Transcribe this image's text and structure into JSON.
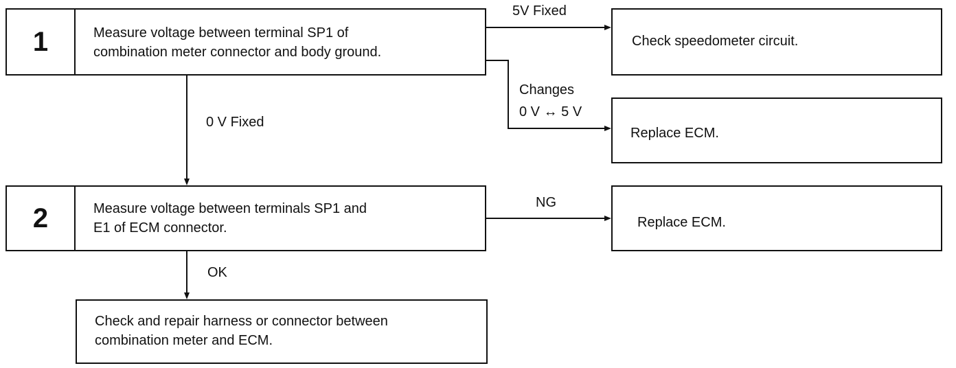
{
  "steps": [
    {
      "number": "1",
      "text": "Measure voltage between terminal SP1 of\ncombination meter connector and body ground."
    },
    {
      "number": "2",
      "text": "Measure voltage between terminals SP1 and\nE1 of ECM connector."
    }
  ],
  "results": {
    "check_speedometer": "Check speedometer circuit.",
    "replace_ecm_1": "Replace ECM.",
    "replace_ecm_2": "Replace ECM.",
    "check_repair_harness": "Check and repair harness or connector between\ncombination meter and ECM."
  },
  "labels": {
    "five_v_fixed": "5V Fixed",
    "changes_line1": "Changes",
    "changes_line2": "0 V ↔ 5 V",
    "zero_v_fixed": "0 V Fixed",
    "ng": "NG",
    "ok": "OK"
  }
}
